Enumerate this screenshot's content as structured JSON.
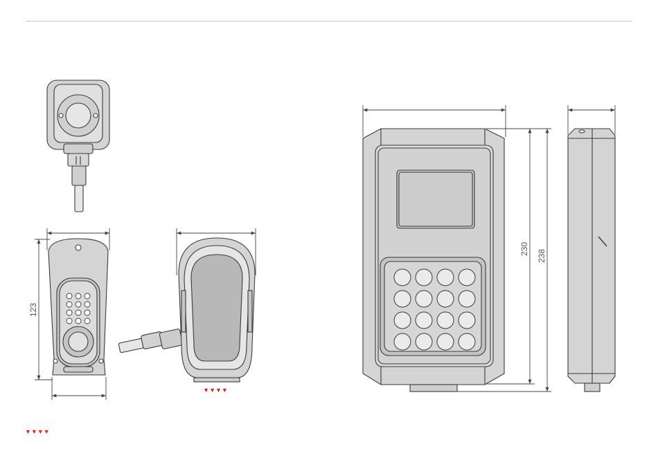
{
  "colors": {
    "outline": "#3a3a3a",
    "body_fill": "#d4d4d4",
    "body_fill_light": "#e4e4e4",
    "screen_fill": "#b8b8b8",
    "dimension_line": "#444444",
    "accent_red": "#e2231a"
  },
  "dimensions": {
    "small_height": "123",
    "large_height_inner": "230",
    "large_height_outer": "238"
  },
  "markers": {
    "under_side_view": "▼▼▼▼",
    "bottom_left": "▼▼▼▼"
  },
  "keypad_small": {
    "rows": 4,
    "cols": 3
  },
  "keypad_large": {
    "rows": 4,
    "cols": 4
  }
}
